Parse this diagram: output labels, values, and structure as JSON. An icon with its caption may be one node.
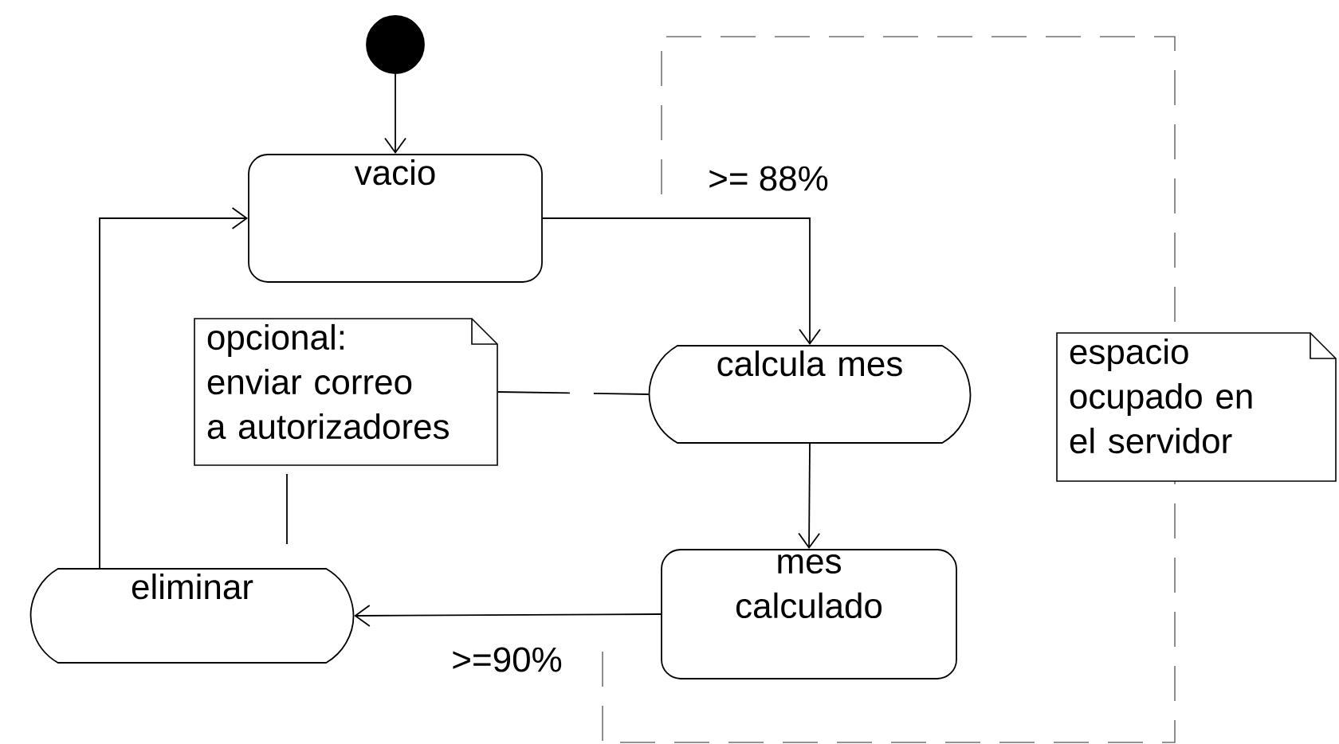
{
  "diagram": {
    "nodes": [
      {
        "text": [],
        "shape": "circle"
      },
      {
        "text": [
          "vacio"
        ]
      },
      {
        "text": [
          "calcula mes"
        ]
      },
      {
        "text": [
          "mes calculado"
        ]
      },
      {
        "text": [
          "eliminar"
        ]
      },
      {
        "text": [
          "opcional: enviar correo a autorizadores"
        ]
      },
      {
        "text": [
          "espacio ocupado en el servidor"
        ]
      }
    ],
    "edges": [
      {
        "from": 0,
        "to": 1,
        "arrow": "to"
      },
      {
        "from": 1,
        "to": 2,
        "arrow": "to",
        "label": ">= 88%"
      },
      {
        "from": 2,
        "to": 3,
        "arrow": "to"
      },
      {
        "from": 3,
        "to": 4,
        "arrow": "to",
        "label": ">=90%"
      },
      {
        "from": 4,
        "to": 1,
        "arrow": "to"
      },
      {
        "from": 5,
        "to": 2,
        "arrow": "none",
        "style": "dashed"
      },
      {
        "from": 5,
        "to": 4,
        "arrow": "none"
      }
    ]
  }
}
